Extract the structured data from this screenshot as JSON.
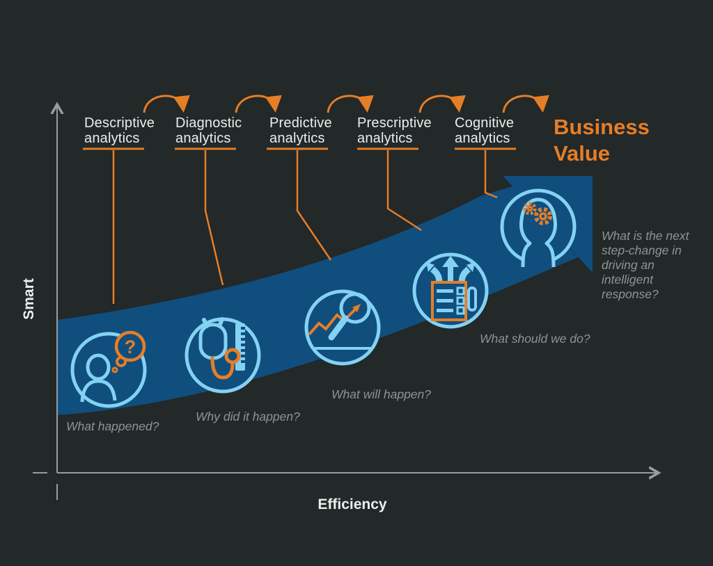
{
  "diagram_title_implicit": "Analytics maturity curve",
  "stages": [
    {
      "label": "Descriptive analytics",
      "question": "What happened?",
      "icon": "person-question-icon"
    },
    {
      "label": "Diagnostic analytics",
      "question": "Why did it happen?",
      "icon": "stethoscope-ruler-icon"
    },
    {
      "label": "Predictive analytics",
      "question": "What will happen?",
      "icon": "trend-magnifier-icon"
    },
    {
      "label": "Prescriptive analytics",
      "question": "What should we do?",
      "icon": "checklist-arrows-icon"
    },
    {
      "label": "Cognitive analytics",
      "question": "What is the next step-change in driving an intelligent response?",
      "icon": "head-gears-icon"
    }
  ],
  "business_value_label": "Business Value",
  "axis": {
    "y_label": "Smart",
    "x_label": "Efficiency"
  },
  "icon_glyphs": {
    "question_mark": "?"
  },
  "colors": {
    "background": "#232829",
    "band_blue": "#104E7E",
    "light_blue": "#84D2F3",
    "orange": "#E67E26",
    "question_gray": "#8C9598",
    "axis_gray": "#979DA0",
    "label_white": "#ECEEED"
  }
}
